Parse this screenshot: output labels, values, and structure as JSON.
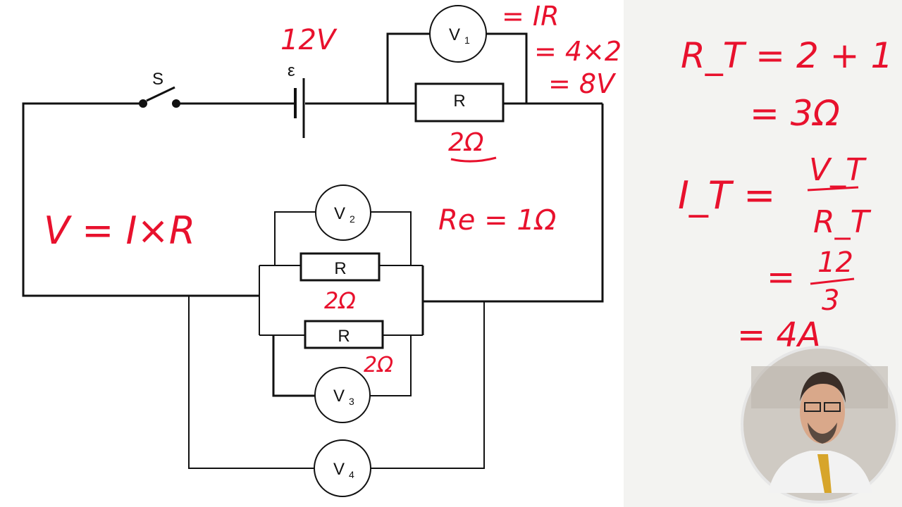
{
  "colors": {
    "ink": "#111111",
    "annotation": "#e8112d",
    "background": "#ffffff",
    "panel": "#f3f3f1"
  },
  "circuit": {
    "switch_label": "S",
    "emf_label": "ε",
    "resistor_label": "R",
    "voltmeters": [
      {
        "main": "V",
        "sub": "1"
      },
      {
        "main": "V",
        "sub": "2"
      },
      {
        "main": "V",
        "sub": "3"
      },
      {
        "main": "V",
        "sub": "4"
      }
    ]
  },
  "annotations": {
    "emf_value": "12V",
    "v1_line1": "= IR",
    "v1_line2": "= 4×2",
    "v1_line3": "= 8V",
    "r1_value": "2Ω",
    "r2_value": "2Ω",
    "r3_value": "2Ω",
    "equivalent": "Re = 1Ω",
    "ohms_law": "V = I×R"
  },
  "working": {
    "rt_line1": "R_T = 2 + 1",
    "rt_line2": "= 3Ω",
    "it_lhs": "I_T =",
    "it_num": "V_T",
    "it_den": "R_T",
    "it_eq": "=",
    "it_num2": "12",
    "it_den2": "3",
    "it_result": "= 4A"
  },
  "presenter": {
    "icon": "presenter-webcam-icon"
  }
}
